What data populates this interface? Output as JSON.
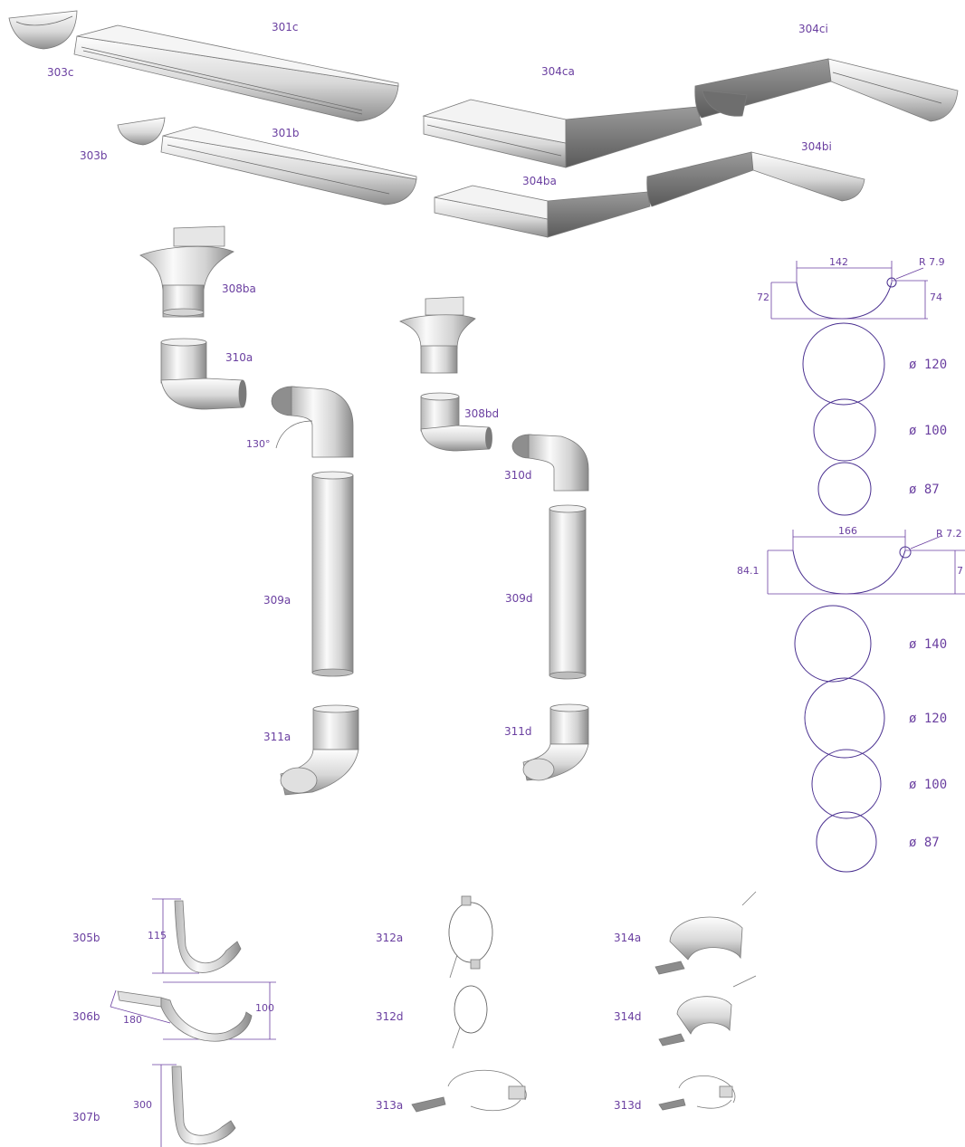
{
  "colors": {
    "label": "#6a3fa0",
    "metal_light": "#f4f4f4",
    "metal_dark": "#8c8c8c"
  },
  "parts": {
    "p301c": "301c",
    "p303c": "303c",
    "p304ca": "304ca",
    "p304ci": "304ci",
    "p301b": "301b",
    "p303b": "303b",
    "p304ba": "304ba",
    "p304bi": "304bi",
    "p308ba": "308ba",
    "p310a": "310a",
    "p130": "130°",
    "p308bd": "308bd",
    "p310d": "310d",
    "p309a": "309a",
    "p309d": "309d",
    "p311a": "311a",
    "p311d": "311d",
    "p305b": "305b",
    "p306b": "306b",
    "p307b": "307b",
    "p312a": "312a",
    "p312d": "312d",
    "p313a": "313a",
    "p314a": "314a",
    "p314d": "314d",
    "p313d": "313d"
  },
  "gutter_profiles": [
    {
      "width": "142",
      "radius": "R 7.9",
      "left_height": "72",
      "right_height": "74"
    },
    {
      "width": "166",
      "radius": "R 7.2",
      "left_height": "84.1",
      "right_height": "7"
    }
  ],
  "diameters": {
    "group1": [
      "ø 120",
      "ø 100",
      "ø 87"
    ],
    "group2": [
      "ø 140",
      "ø 120",
      "ø 100",
      "ø 87"
    ]
  },
  "bracket_dims": {
    "d305": "115",
    "d306_len": "180",
    "d306_h": "100",
    "d307": "300"
  }
}
